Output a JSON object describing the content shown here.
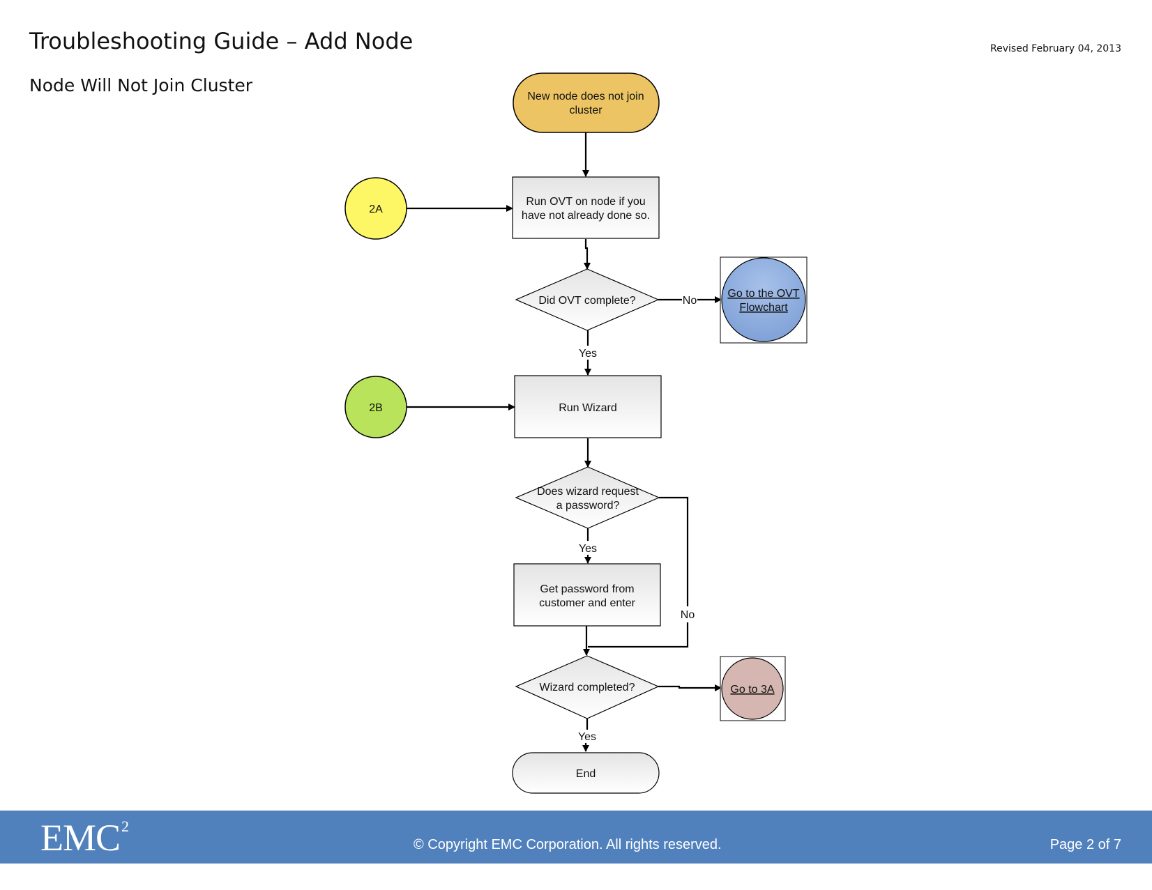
{
  "header": {
    "title": "Troubleshooting Guide – Add Node",
    "subtitle": "Node Will Not Join Cluster",
    "revised": "Revised February 04, 2013"
  },
  "flowchart": {
    "start": [
      "New node does not join",
      "cluster"
    ],
    "connector_2a": "2A",
    "connector_2b": "2B",
    "run_ovt": [
      "Run OVT on node if you",
      "have not already done so."
    ],
    "did_ovt_complete": "Did OVT complete?",
    "no_label_1": "No",
    "yes_label_1": "Yes",
    "goto_ovt": [
      "Go to the OVT",
      "Flowchart"
    ],
    "run_wizard": "Run Wizard",
    "wizard_request_password": [
      "Does wizard request",
      "a password?"
    ],
    "yes_label_2": "Yes",
    "no_label_2": "No",
    "get_password": [
      "Get password from",
      "customer and enter"
    ],
    "wizard_completed": "Wizard completed?",
    "yes_label_3": "Yes",
    "goto_3a": "Go to 3A",
    "end": "End"
  },
  "footer": {
    "logo": "EMC",
    "logo_sup": "2",
    "copyright": "© Copyright EMC Corporation. All rights reserved.",
    "page": "Page 2 of 7"
  },
  "colors": {
    "start_fill": "#edc463",
    "connector_2a": "#fdf665",
    "connector_2b": "#b8e35a",
    "goto_ovt": "#8eaee0",
    "goto_3a": "#d6b6b0",
    "footer_bg": "#5181bd"
  }
}
